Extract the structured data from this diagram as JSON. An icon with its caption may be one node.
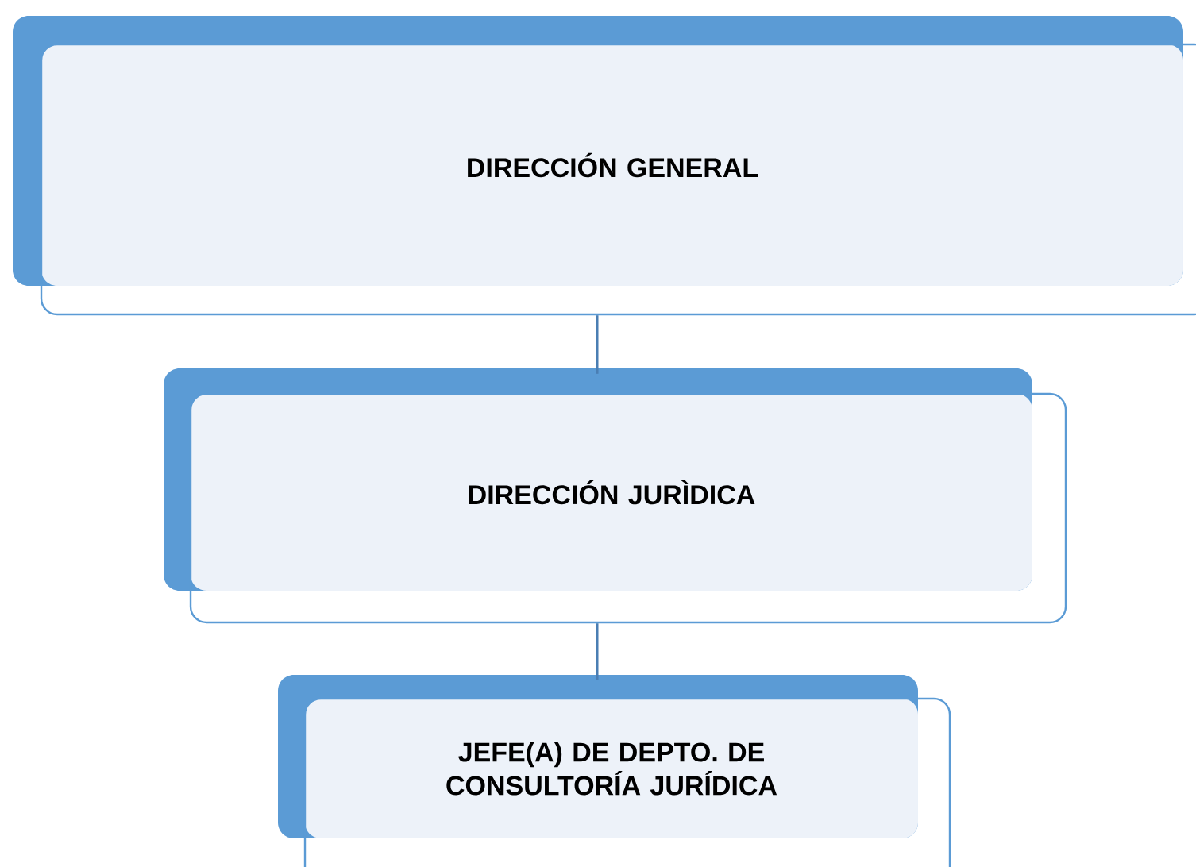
{
  "diagram": {
    "nodes": [
      {
        "text": [
          "DIRECCIÓN GENERAL"
        ]
      },
      {
        "text": [
          "DIRECCIÓN  JURÌDICA"
        ]
      },
      {
        "text": [
          "JEFE(A) DE DEPTO. DE CONSULTORÍA JURÍDICA"
        ]
      }
    ],
    "edges": [
      {
        "from": 0,
        "to": 1,
        "arrow": "none"
      },
      {
        "from": 1,
        "to": 2,
        "arrow": "none"
      }
    ]
  }
}
